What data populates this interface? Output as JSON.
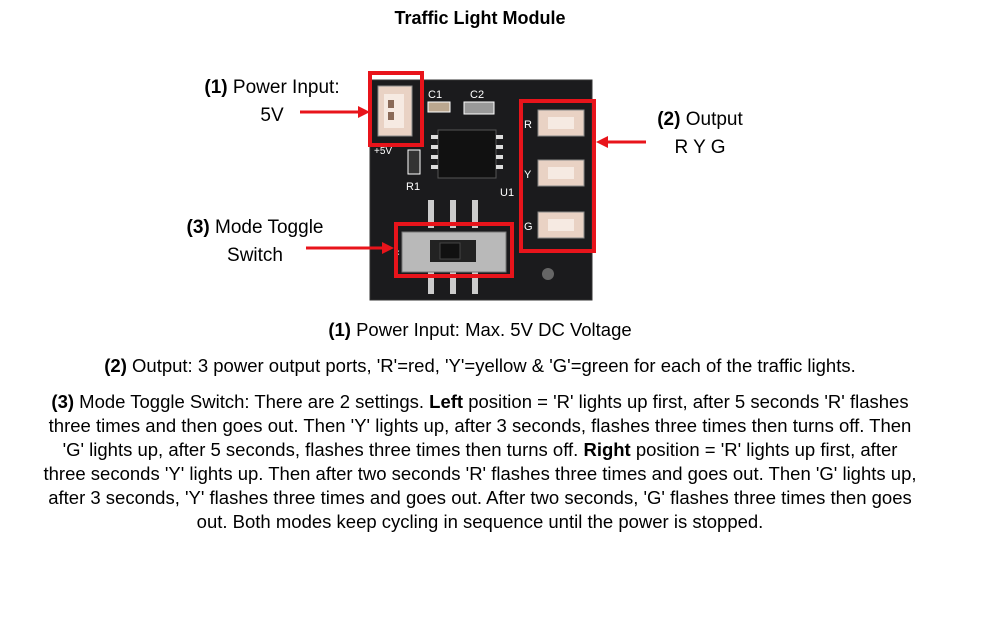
{
  "title": "Traffic Light Module",
  "callouts": {
    "c1": {
      "num": "(1)",
      "line1": "Power Input:",
      "line2": "5V"
    },
    "c2": {
      "num": "(2)",
      "line1": "Output",
      "line2": "R Y G"
    },
    "c3": {
      "num": "(3)",
      "line1": "Mode Toggle",
      "line2": "Switch"
    }
  },
  "board": {
    "silkscreen": {
      "c1": "C1",
      "c2": "C2",
      "r1": "R1",
      "u1": "U1",
      "r": "R",
      "y": "Y",
      "g": "G",
      "v5": "+5V",
      "x": "×"
    }
  },
  "descriptions": {
    "d1": {
      "num": "(1)",
      "text": "Power Input: Max. 5V DC Voltage"
    },
    "d2": {
      "num": "(2)",
      "text": "Output: 3 power output ports, 'R'=red, 'Y'=yellow & 'G'=green for each of the traffic lights."
    },
    "d3": {
      "num": "(3)",
      "p1": "Mode Toggle Switch: There are 2 settings.",
      "left_word": "Left",
      "p2": "position = 'R' lights up first, after 5 seconds 'R' flashes three times and then goes out. Then 'Y' lights up, after 3 seconds, flashes three times then turns off. Then 'G' lights up, after 5 seconds, flashes three times then turns off.",
      "right_word": "Right",
      "p3": "position = 'R' lights up first, after three seconds 'Y' lights up. Then after two seconds 'R' flashes three times and goes out. Then 'G' lights up, after 3 seconds, 'Y' flashes three times and goes out. After two seconds, 'G' flashes three times then goes out. Both modes keep cycling in sequence until the power is stopped."
    }
  },
  "colors": {
    "highlight": "#e8141b",
    "pcb": "#1b1b1d",
    "connector": "#e9d2c4"
  }
}
